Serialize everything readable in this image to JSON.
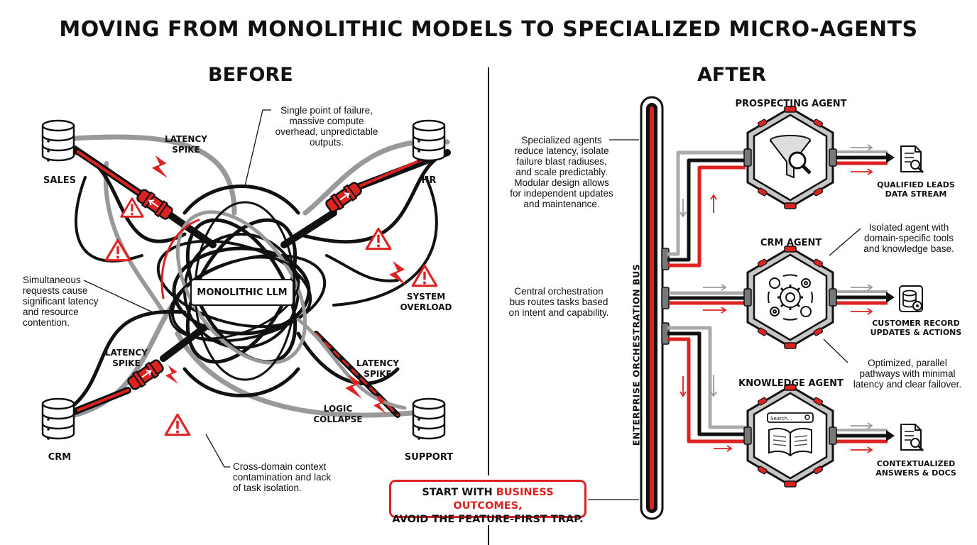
{
  "title": "MOVING FROM MONOLITHIC MODELS TO SPECIALIZED MICRO-AGENTS",
  "before": {
    "heading": "BEFORE",
    "databases": {
      "sales": "SALES",
      "hr": "HR",
      "crm": "CRM",
      "support": "SUPPORT"
    },
    "center_label": "MONOLITHIC LLM",
    "alerts": {
      "latency_spike_top": [
        "LATENCY",
        "SPIKE"
      ],
      "latency_spike_left": [
        "LATENCY",
        "SPIKE"
      ],
      "latency_spike_right": [
        "LATENCY",
        "SPIKE"
      ],
      "system_overload": [
        "SYSTEM",
        "OVERLOAD"
      ],
      "logic_collapse": [
        "LOGIC",
        "COLLAPSE"
      ]
    },
    "notes": {
      "single_point": [
        "Single point of failure,",
        "massive compute",
        "overhead, unpredictable",
        "outputs."
      ],
      "simultaneous": [
        "Simultaneous",
        "requests cause",
        "significant latency",
        "and resource",
        "contention."
      ],
      "cross_domain": [
        "Cross-domain context",
        "contamination and lack",
        "of task isolation."
      ]
    }
  },
  "after": {
    "heading": "AFTER",
    "bus_label": "ENTERPRISE ORCHESTRATION BUS",
    "notes": {
      "specialized": [
        "Specialized agents",
        "reduce latency, isolate",
        "failure blast radiuses,",
        "and scale predictably.",
        "Modular design allows",
        "for independent updates",
        "and maintenance."
      ],
      "central": [
        "Central orchestration",
        "bus routes tasks based",
        "on intent and capability."
      ],
      "isolated": [
        "Isolated agent with",
        "domain-specific tools",
        "and knowledge base."
      ],
      "optimized": [
        "Optimized, parallel",
        "pathways with minimal",
        "latency and clear failover."
      ]
    },
    "agents": [
      {
        "name": "PROSPECTING AGENT",
        "output": [
          "QUALIFIED LEADS",
          "DATA STREAM"
        ]
      },
      {
        "name": "CRM AGENT",
        "output": [
          "CUSTOMER RECORD",
          "UPDATES & ACTIONS"
        ]
      },
      {
        "name": "KNOWLEDGE AGENT",
        "output": [
          "CONTEXTUALIZED",
          "ANSWERS & DOCS"
        ],
        "search_text": "Search..."
      }
    ]
  },
  "callout": {
    "prefix": "START WITH ",
    "highlight": "BUSINESS OUTCOMES,",
    "line2": "AVOID THE FEATURE-FIRST TRAP."
  },
  "colors": {
    "accent": "#d22222",
    "ink": "#111111",
    "grey": "#9a9a9a"
  }
}
